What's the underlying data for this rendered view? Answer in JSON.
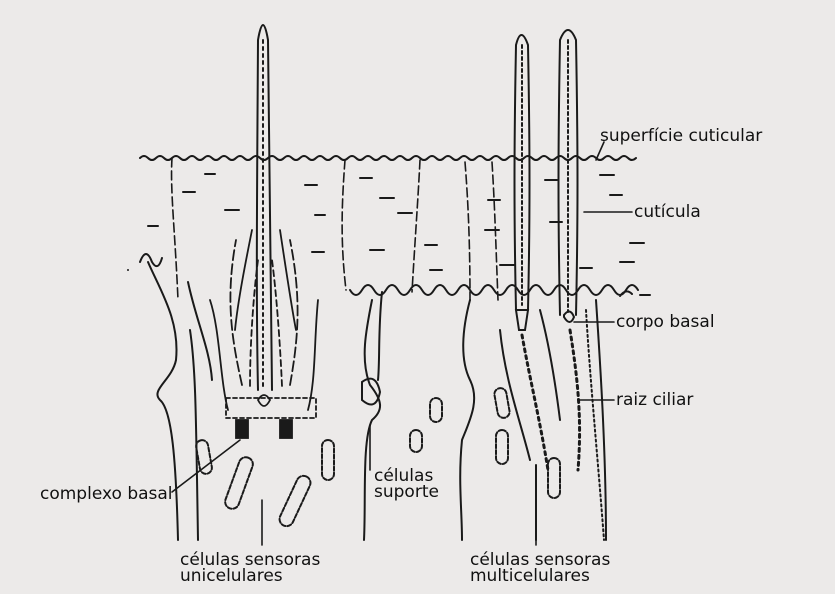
{
  "labels": {
    "superficie_cuticular": "superfície cuticular",
    "cuticula": "cutícula",
    "corpo_basal": "corpo basal",
    "raiz_ciliar": "raiz ciliar",
    "complexo_basal": "complexo basal",
    "celulas_suporte": {
      "line1": "células",
      "line2": "suporte"
    },
    "celulas_sensoras_unicelulares": {
      "line1": "células sensoras",
      "line2": "unicelulares"
    },
    "celulas_sensoras_multicelulares": {
      "line1": "células sensoras",
      "line2": "multicelulares"
    }
  },
  "colors": {
    "paper": "#eceae9",
    "ink": "#1a1a1a"
  }
}
